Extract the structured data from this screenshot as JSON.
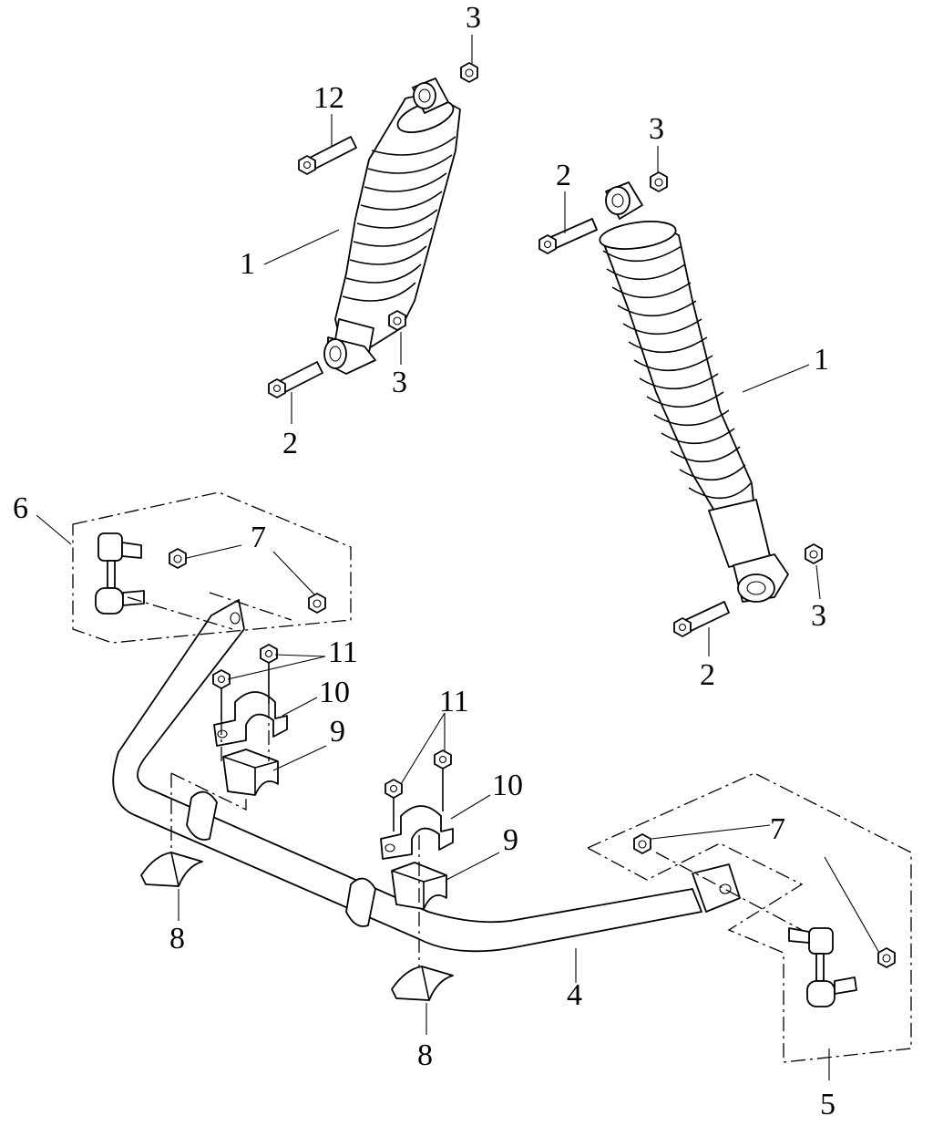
{
  "diagram": {
    "callouts": {
      "c1": "1",
      "c2": "2",
      "c3": "3",
      "c4": "4",
      "c5": "5",
      "c6": "6",
      "c7": "7",
      "c8": "8",
      "c9": "9",
      "c10": "10",
      "c11": "11",
      "c12": "12"
    },
    "parts": [
      "shock-absorber-left",
      "shock-absorber-right",
      "stabilizer-bar",
      "stabilizer-link-left",
      "stabilizer-link-right",
      "bushing-clamp",
      "bushing",
      "lower-bushing-half",
      "flange-bolt",
      "flange-nut"
    ],
    "colors": {
      "line": "#000000",
      "background": "#ffffff"
    }
  }
}
